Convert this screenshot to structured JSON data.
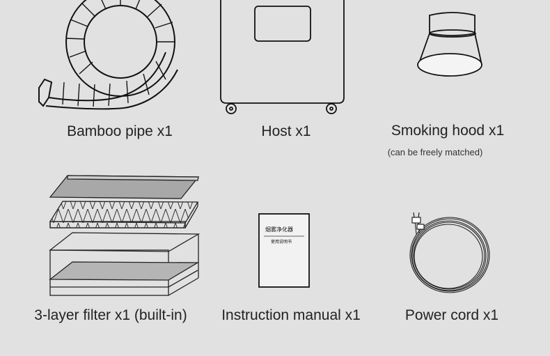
{
  "items": [
    {
      "label": "Bamboo pipe x1",
      "icon": "bamboo-pipe-icon"
    },
    {
      "label": "Host x1",
      "icon": "host-unit-icon"
    },
    {
      "label": "Smoking hood x1",
      "note": "(can be freely matched)",
      "icon": "smoking-hood-icon"
    },
    {
      "label": "3-layer filter x1 (built-in)",
      "icon": "filter-layers-icon"
    },
    {
      "label": "Instruction manual x1",
      "icon": "instruction-manual-icon",
      "cover_title": "烟雾净化器",
      "cover_subtitle": "使用说明书"
    },
    {
      "label": "Power cord x1",
      "icon": "power-cord-icon"
    }
  ]
}
